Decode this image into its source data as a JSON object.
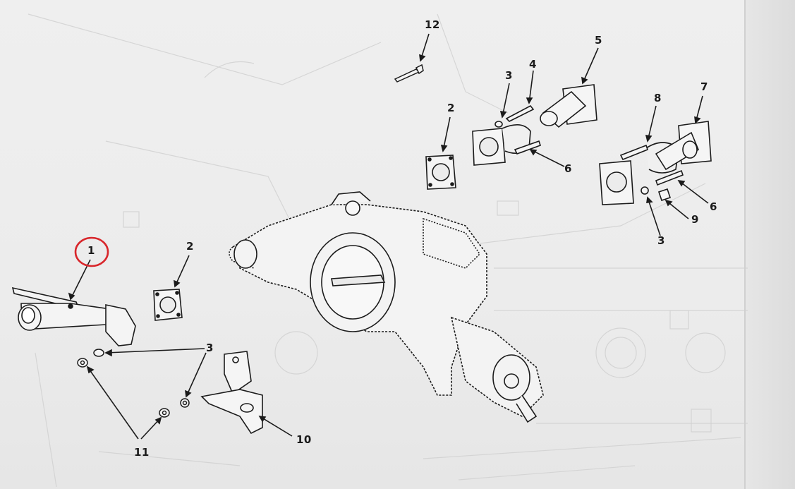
{
  "callouts": {
    "c1": "1",
    "c2_left": "2",
    "c3_left_a": "3",
    "c11": "11",
    "c10": "10",
    "c12": "12",
    "c2_top": "2",
    "c3_top": "3",
    "c4": "4",
    "c5": "5",
    "c6_top": "6",
    "c7": "7",
    "c8": "8",
    "c6_right": "6",
    "c9": "9",
    "c3_right": "3"
  },
  "colors": {
    "ink": "#1b1b1b",
    "faint_ink": "#c8c8c8",
    "highlight_circle": "#d8262b"
  }
}
